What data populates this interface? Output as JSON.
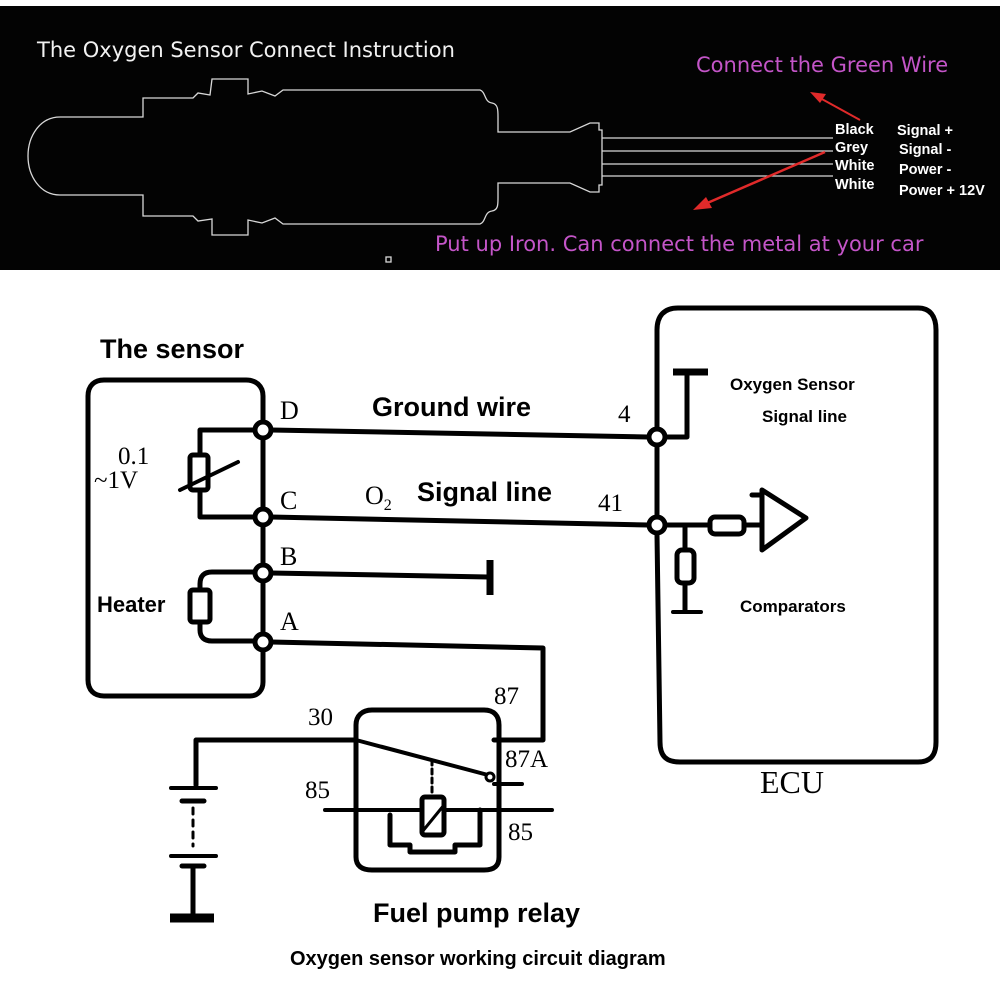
{
  "instruction_panel": {
    "title": "The Oxygen Sensor Connect Instruction",
    "callout_green_wire": "Connect the Green Wire",
    "callout_iron": "Put up Iron. Can connect the metal at your car",
    "accent_color": "#c455c8",
    "arrow_color": "#e02a2a",
    "wires": [
      {
        "color": "Black",
        "function": "Signal +"
      },
      {
        "color": "Grey",
        "function": "Signal -"
      },
      {
        "color": "White",
        "function": "Power -"
      },
      {
        "color": "White",
        "function": "Power + 12V"
      }
    ]
  },
  "circuit": {
    "sensor_title": "The sensor",
    "sensor_voltage_top": "0.1",
    "sensor_voltage_bottom": "~1V",
    "heater_label": "Heater",
    "pins": {
      "d": "D",
      "c": "C",
      "b": "B",
      "a": "A"
    },
    "ground_wire_label": "Ground wire",
    "o2_label": "O",
    "o2_subscript": "2",
    "signal_line_label": "Signal line",
    "ecu_pin_4": "4",
    "ecu_pin_41": "41",
    "ecu_text_line1": "Oxygen Sensor",
    "ecu_text_line2": "Signal line",
    "comparators_label": "Comparators",
    "ecu_label": "ECU",
    "relay_pins": {
      "p30": "30",
      "p85_left": "85",
      "p87": "87",
      "p87a": "87A",
      "p85_right": "85"
    },
    "relay_title": "Fuel pump relay",
    "caption": "Oxygen sensor working circuit diagram"
  }
}
